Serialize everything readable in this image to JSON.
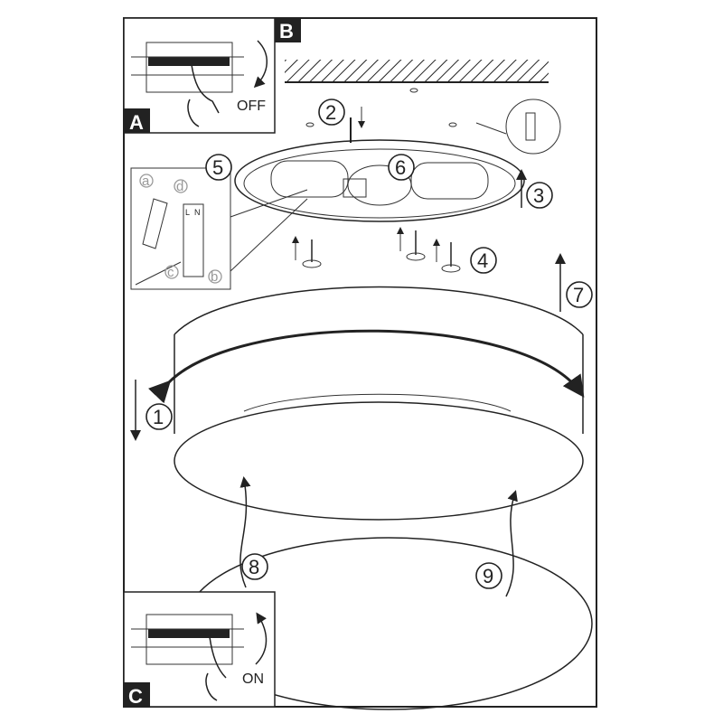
{
  "panels": {
    "a": "A",
    "b": "B",
    "c": "C"
  },
  "switch_off": "OFF",
  "switch_on": "ON",
  "steps": [
    "1",
    "2",
    "3",
    "4",
    "5",
    "6",
    "7",
    "8",
    "9"
  ],
  "wiring": {
    "a": "a",
    "b": "b",
    "c": "c",
    "d": "d",
    "live": "L",
    "neutral": "N"
  }
}
